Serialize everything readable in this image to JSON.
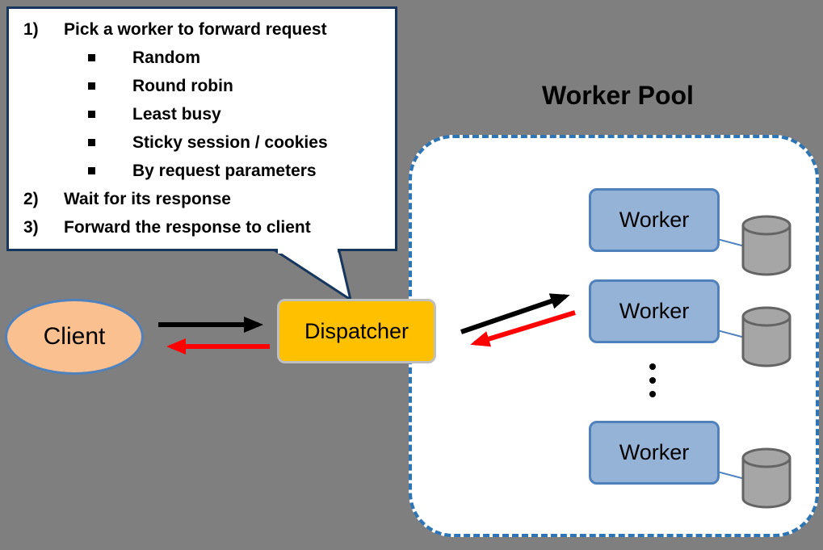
{
  "colors": {
    "bg": "#7F7F7F",
    "text": "#000000",
    "callout-bg": "#FFFFFF",
    "callout-border": "#17365D",
    "client-fill": "#FAC090",
    "client-border": "#4F81BD",
    "dispatcher-fill": "#FFC000",
    "dispatcher-border": "#BFBFBF",
    "pool-bg": "#FFFFFF",
    "pool-border": "#2E75B6",
    "worker-fill": "#95B3D7",
    "worker-border": "#4F81BD",
    "cylinder-fill": "#A6A6A6",
    "cylinder-border": "#646464",
    "connector": "#4F81BD",
    "arrow-black": "#000000",
    "arrow-red": "#FF0000"
  },
  "callout": {
    "steps": [
      {
        "num": "1)",
        "text": "Pick a worker to forward request",
        "subs": [
          "Random",
          "Round robin",
          "Least busy",
          "Sticky session / cookies",
          "By request parameters"
        ]
      },
      {
        "num": "2)",
        "text": "Wait for its response"
      },
      {
        "num": "3)",
        "text": "Forward the response to client"
      }
    ]
  },
  "client": {
    "label": "Client"
  },
  "dispatcher": {
    "label": "Dispatcher"
  },
  "worker_pool": {
    "title": "Worker Pool",
    "workers": [
      "Worker",
      "Worker",
      "Worker"
    ]
  }
}
